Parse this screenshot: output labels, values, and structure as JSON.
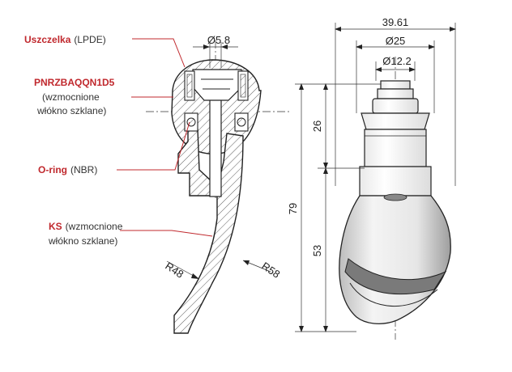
{
  "labels": {
    "seal": {
      "name": "Uszczelka",
      "note": "(LPDE)"
    },
    "body": {
      "name": "PNRZBAQQN1D5",
      "note1": "(wzmocnione",
      "note2": "włókno szklane)"
    },
    "oring": {
      "name": "O-ring",
      "note": "(NBR)"
    },
    "ks": {
      "name": "KS",
      "note1": "(wzmocnione",
      "note2": "włókno szklane)"
    }
  },
  "dimensions": {
    "bore": "Ø5.8",
    "overall_width": "39.61",
    "d25": "Ø25",
    "d12": "Ø12.2",
    "h26": "26",
    "h79": "79",
    "h53": "53",
    "r48": "R48",
    "r58": "R58"
  },
  "colors": {
    "label_red": "#c0282d",
    "line": "#222222"
  }
}
